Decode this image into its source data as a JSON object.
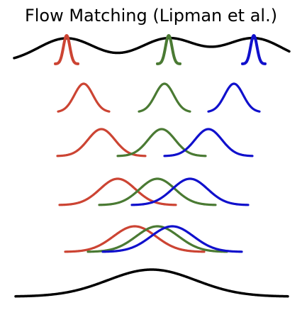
{
  "title": "Flow Matching (Lipman et al.)",
  "colors": {
    "red": "#cc4433",
    "green": "#4a7a33",
    "blue": "#1010cc",
    "black": "#000000"
  },
  "figure": {
    "top_curve": "black multimodal curve with three narrow colored peaks (red, green, blue)",
    "rows": 5,
    "series": [
      "red",
      "green",
      "blue"
    ],
    "bottom_curve": "single black broad bell curve"
  }
}
